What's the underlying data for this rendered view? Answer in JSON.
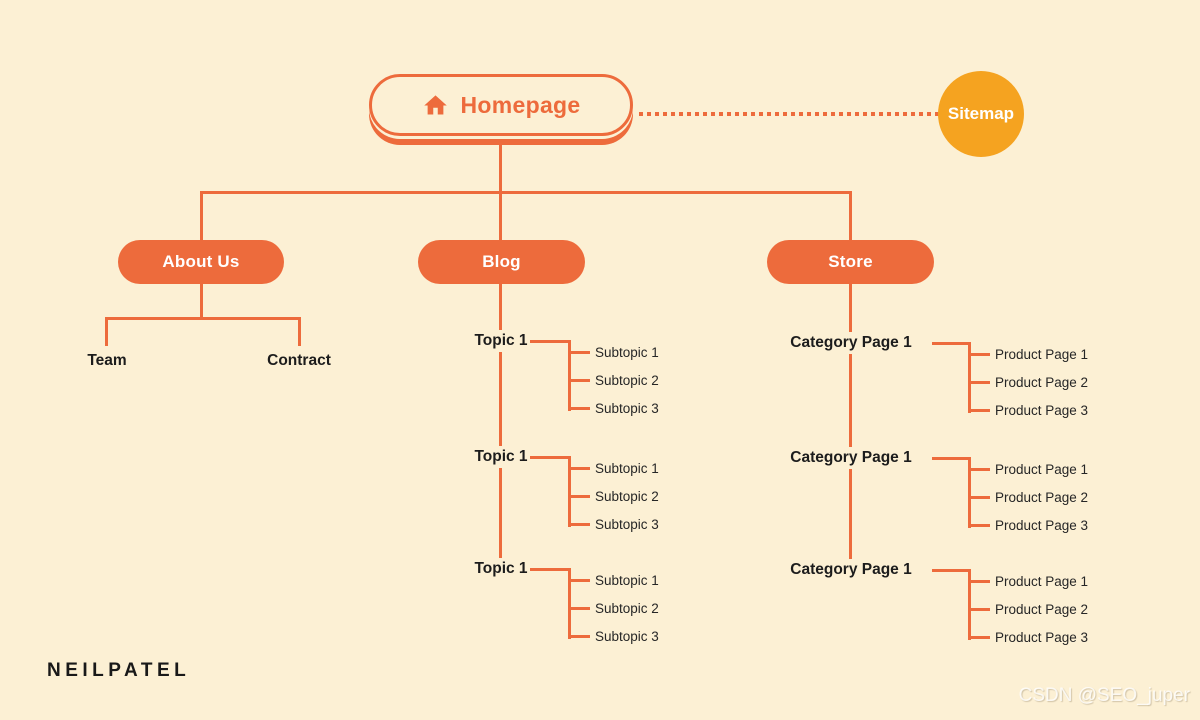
{
  "colors": {
    "background": "#FCF0D4",
    "accent_orange": "#ED6B3C",
    "accent_yellow": "#F5A320",
    "text_dark": "#1C1C1C"
  },
  "homepage": {
    "label": "Homepage",
    "icon": "home-icon"
  },
  "sitemap": {
    "label": "Sitemap"
  },
  "sections": {
    "about": {
      "label": "About Us",
      "children": [
        "Team",
        "Contract"
      ]
    },
    "blog": {
      "label": "Blog",
      "topics": [
        {
          "label": "Topic 1",
          "children": [
            "Subtopic 1",
            "Subtopic 2",
            "Subtopic 3"
          ]
        },
        {
          "label": "Topic 1",
          "children": [
            "Subtopic 1",
            "Subtopic 2",
            "Subtopic 3"
          ]
        },
        {
          "label": "Topic 1",
          "children": [
            "Subtopic 1",
            "Subtopic 2",
            "Subtopic 3"
          ]
        }
      ]
    },
    "store": {
      "label": "Store",
      "categories": [
        {
          "label": "Category Page 1",
          "children": [
            "Product Page 1",
            "Product Page 2",
            "Product Page 3"
          ]
        },
        {
          "label": "Category Page 1",
          "children": [
            "Product Page 1",
            "Product Page 2",
            "Product Page 3"
          ]
        },
        {
          "label": "Category Page 1",
          "children": [
            "Product Page 1",
            "Product Page 2",
            "Product Page 3"
          ]
        }
      ]
    }
  },
  "footer": {
    "brand": "NEILPATEL",
    "watermark": "CSDN @SEO_juper"
  }
}
